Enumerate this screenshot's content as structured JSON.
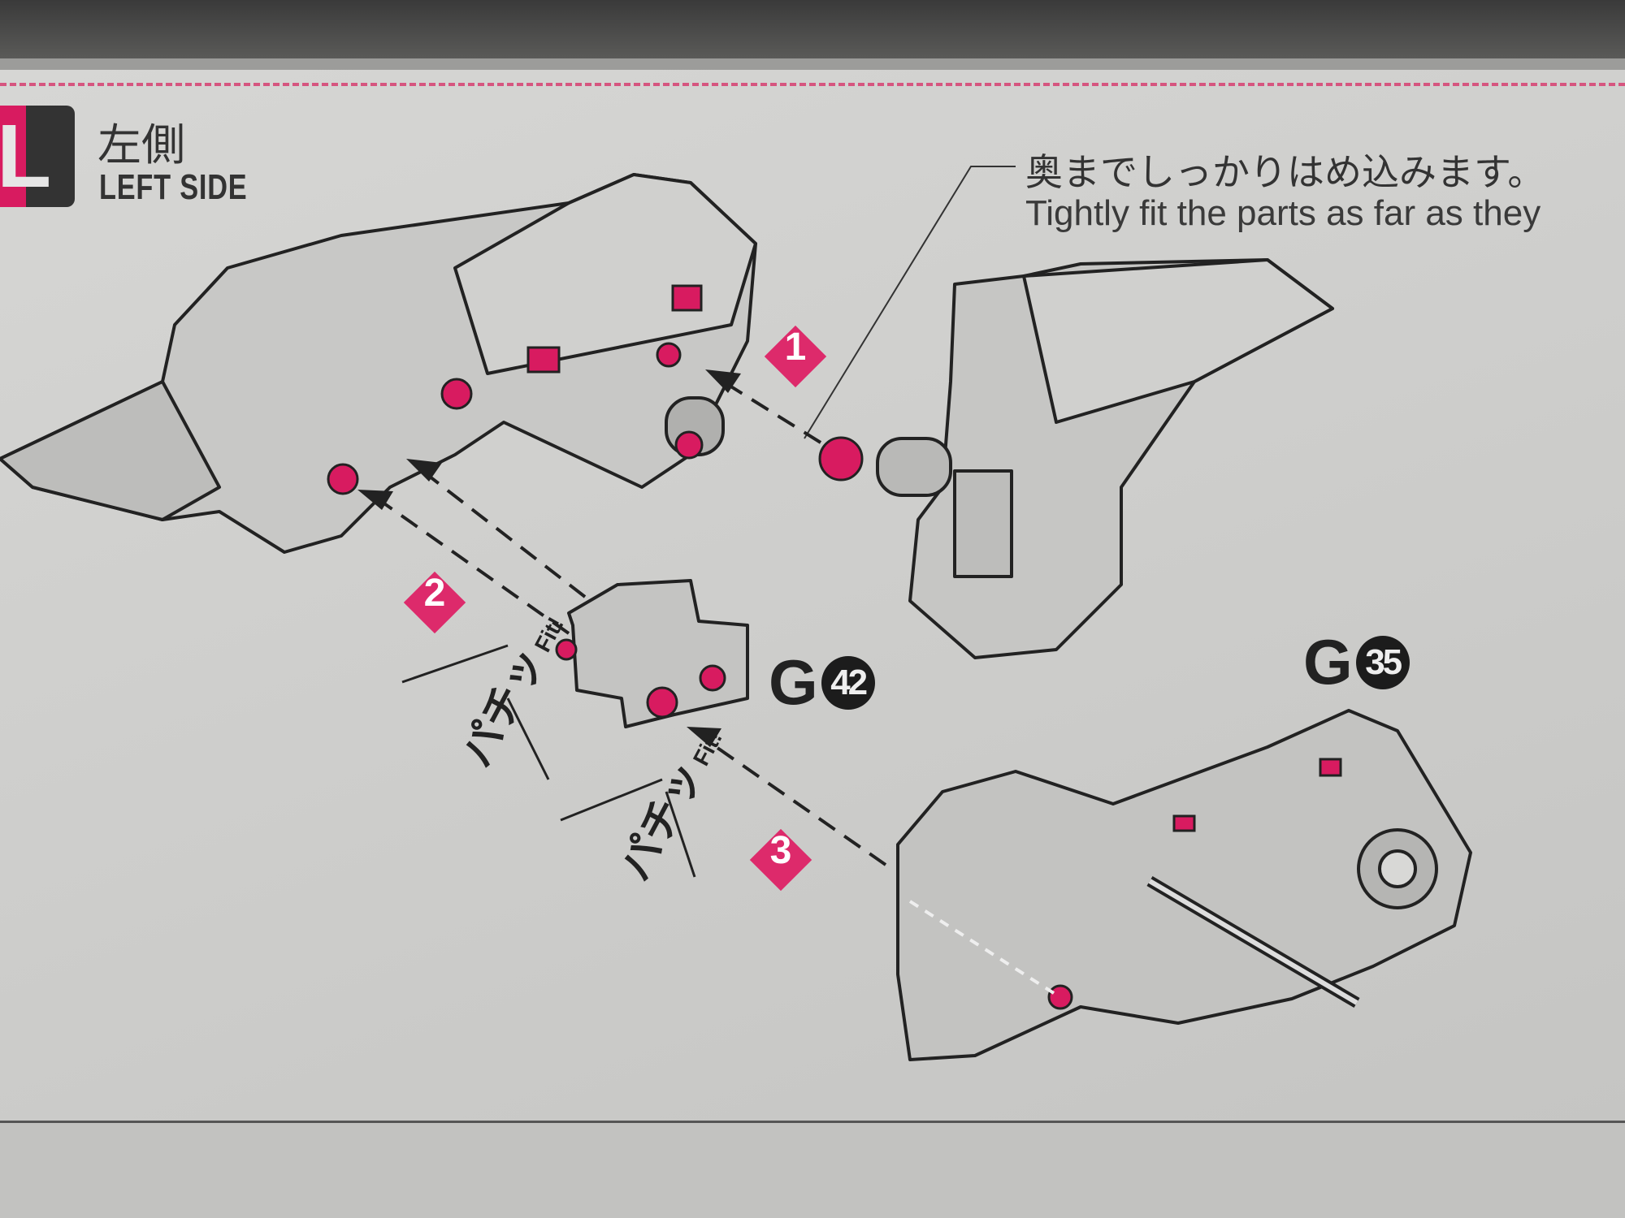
{
  "section": {
    "badge_letter": "L",
    "title_jp": "左側",
    "title_en": "LEFT SIDE"
  },
  "callout": {
    "text_jp": "奥までしっかりはめ込みます。",
    "text_en": "Tightly fit the parts as far as they"
  },
  "steps": [
    {
      "number": "1"
    },
    {
      "number": "2"
    },
    {
      "number": "3"
    }
  ],
  "parts": [
    {
      "runner": "G",
      "number": "42"
    },
    {
      "runner": "G",
      "number": "35"
    }
  ],
  "fit_labels": [
    {
      "jp": "パチッ",
      "en": "Fit!"
    },
    {
      "jp": "パチッ",
      "en": "Fit!"
    }
  ],
  "colors": {
    "accent": "#dd2a6b",
    "paper": "#d2d2d0",
    "ink": "#333333"
  }
}
